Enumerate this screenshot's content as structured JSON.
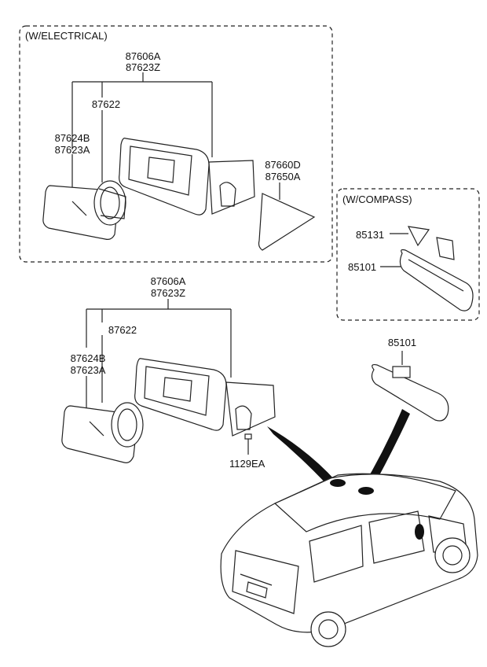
{
  "sections": {
    "electrical": "(W/ELECTRICAL)",
    "compass": "(W/COMPASS)"
  },
  "top": {
    "assembly_a": "87606A",
    "assembly_b": "87623Z",
    "actuator": "87622",
    "glass_a": "87624B",
    "glass_b": "87623A",
    "cover_a": "87660D",
    "cover_b": "87650A"
  },
  "compass": {
    "cover": "85131",
    "mirror": "85101"
  },
  "bottom": {
    "assembly_a": "87606A",
    "assembly_b": "87623Z",
    "actuator": "87622",
    "glass_a": "87624B",
    "glass_b": "87623A",
    "screw": "1129EA",
    "inside_mirror": "85101"
  }
}
